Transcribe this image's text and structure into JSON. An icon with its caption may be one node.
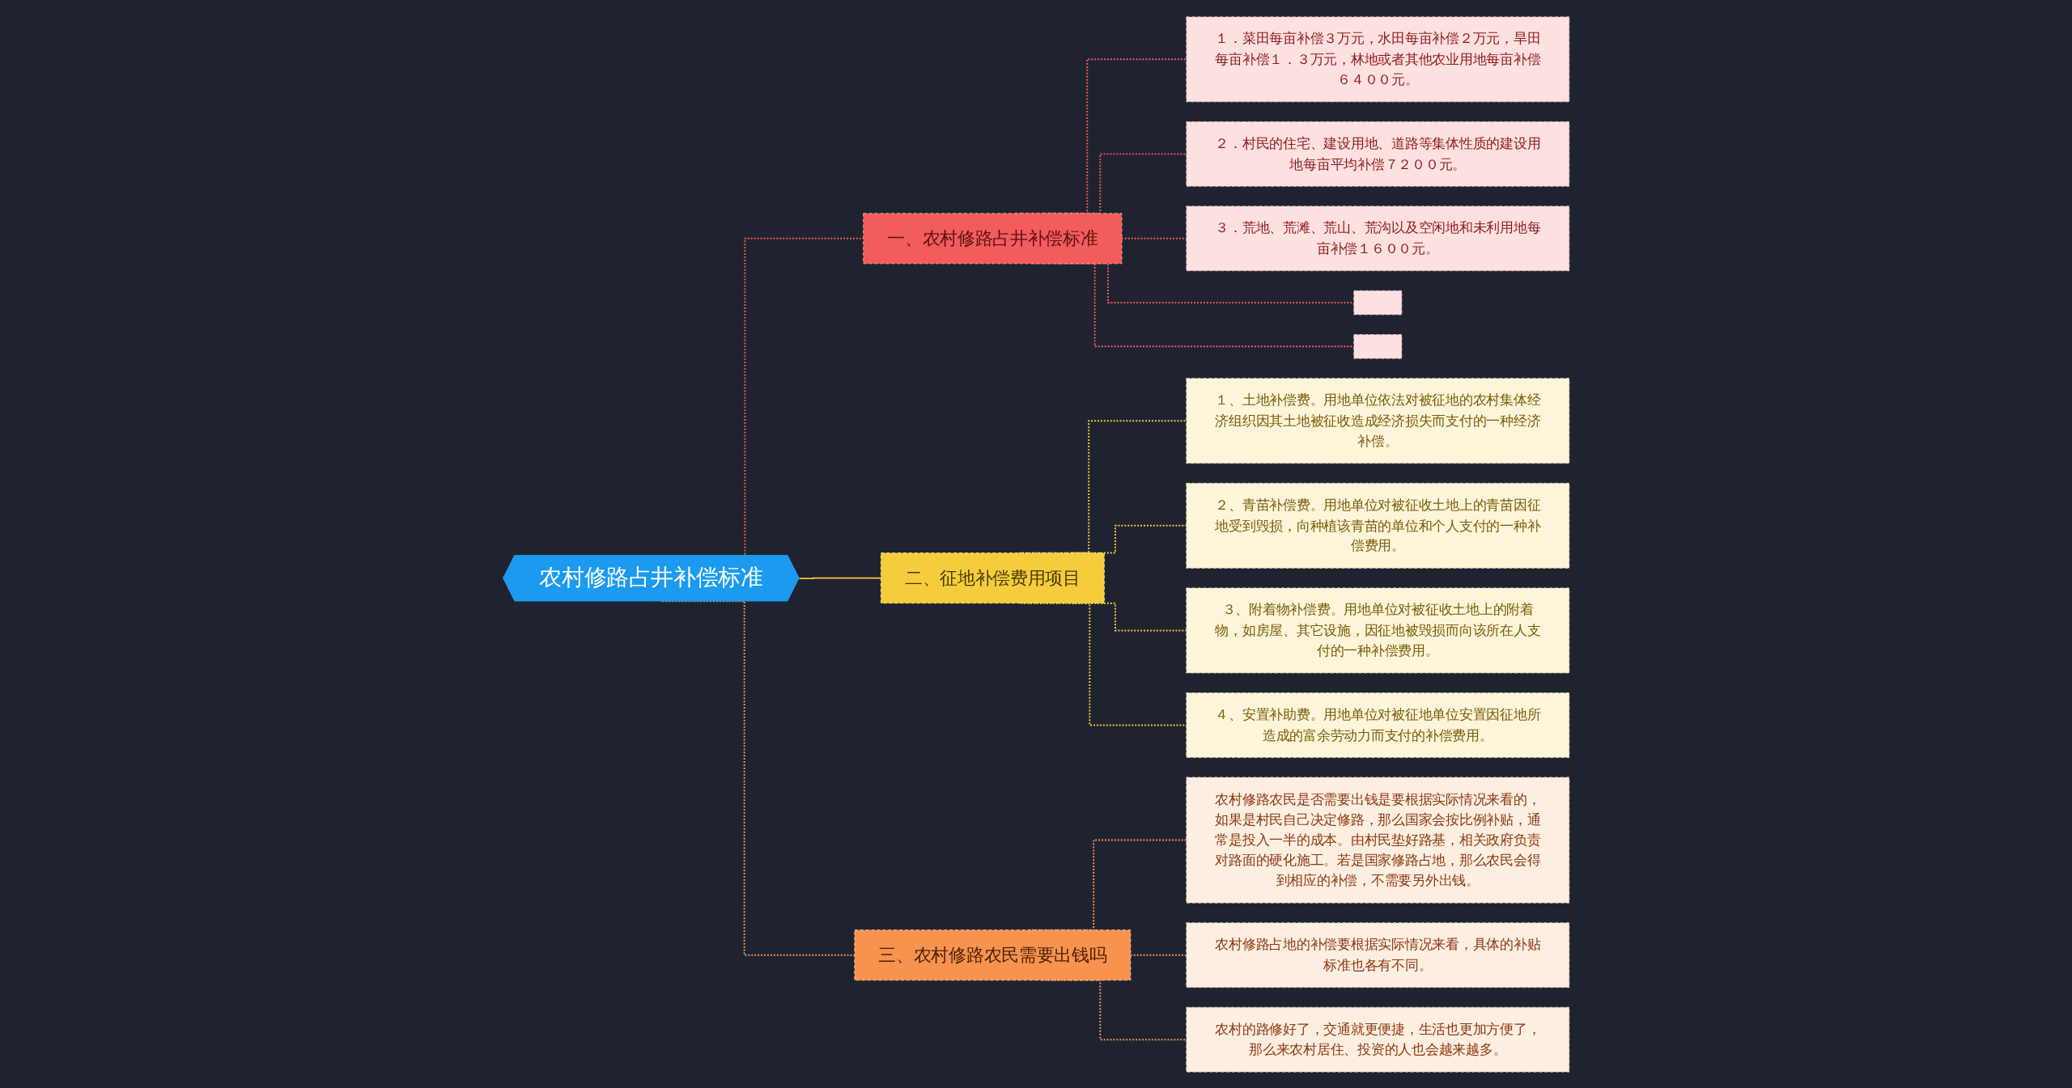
{
  "diagram": {
    "nodes": [
      {
        "text": [
          "农村修路占井补偿标准"
        ]
      },
      {
        "text": [
          "一、农村修路占井补偿标准"
        ]
      },
      {
        "text": [
          "１．菜田每亩补偿３万元，水田每亩补偿２万元，旱田每亩补偿１．３万元，林地或者其他农业用地每亩补偿６４００元。"
        ]
      },
      {
        "text": [
          "２．村民的住宅、建设用地、道路等集体性质的建设用地每亩平均补偿７２００元。"
        ]
      },
      {
        "text": [
          "３．荒地、荒滩、荒山、荒沟以及空闲地和未利用地每亩补偿１６００元。"
        ]
      },
      {
        "text": [],
        "shape": "box"
      },
      {
        "text": [],
        "shape": "box"
      },
      {
        "text": [
          "二、征地补偿费用项目"
        ]
      },
      {
        "text": [
          "１、土地补偿费。用地单位依法对被征地的农村集体经济组织因其土地被征收造成经济损失而支付的一种经济补偿。"
        ]
      },
      {
        "text": [
          "２、青苗补偿费。用地单位对被征收土地上的青苗因征地受到毁损，向种植该青苗的单位和个人支付的一种补偿费用。"
        ]
      },
      {
        "text": [
          "３、附着物补偿费。用地单位对被征收土地上的附着物，如房屋、其它设施，因征地被毁损而向该所在人支付的一种补偿费用。"
        ]
      },
      {
        "text": [
          "４、安置补助费。用地单位对被征地单位安置因征地所造成的富余劳动力而支付的补偿费用。"
        ]
      },
      {
        "text": [
          "三、农村修路农民需要出钱吗"
        ]
      },
      {
        "text": [
          "农村修路农民是否需要出钱是要根据实际情况来看的，如果是村民自己决定修路，那么国家会按比例补贴，通常是投入一半的成本。由村民垫好路基，相关政府负责对路面的硬化施工。若是国家修路占地，那么农民会得到相应的补偿，不需要另外出钱。"
        ]
      },
      {
        "text": [
          "农村修路占地的补偿要根据实际情况来看，具体的补贴标准也各有不同。"
        ]
      },
      {
        "text": [
          "农村的路修好了，交通就更便捷，生活也更加方便了，那么来农村居住、投资的人也会越来越多。"
        ]
      }
    ],
    "edges": [
      {
        "from": 0,
        "to": 1,
        "arrow": "none",
        "style": "dashed"
      },
      {
        "from": 1,
        "to": 2,
        "arrow": "none",
        "style": "dashed"
      },
      {
        "from": 1,
        "to": 3,
        "arrow": "none",
        "style": "dashed"
      },
      {
        "from": 1,
        "to": 4,
        "arrow": "none",
        "style": "dashed"
      },
      {
        "from": 1,
        "to": 5,
        "arrow": "none",
        "style": "dashed"
      },
      {
        "from": 1,
        "to": 6,
        "arrow": "none",
        "style": "dashed"
      },
      {
        "from": 0,
        "to": 7,
        "arrow": "none",
        "color": "#f5c842"
      },
      {
        "from": 7,
        "to": 8,
        "arrow": "none",
        "style": "dashed",
        "color": "#f5c842"
      },
      {
        "from": 7,
        "to": 9,
        "arrow": "none",
        "style": "dashed",
        "color": "#f5c842"
      },
      {
        "from": 7,
        "to": 10,
        "arrow": "none",
        "style": "dashed",
        "color": "#f5c842"
      },
      {
        "from": 7,
        "to": 11,
        "arrow": "none",
        "style": "dashed",
        "color": "#f5c842"
      },
      {
        "from": 0,
        "to": 12,
        "arrow": "none",
        "style": "dashed",
        "color": "#f7924f"
      },
      {
        "from": 12,
        "to": 13,
        "arrow": "none",
        "style": "dashed",
        "color": "#f7924f"
      },
      {
        "from": 12,
        "to": 14,
        "arrow": "none",
        "style": "dashed",
        "color": "#f7924f"
      },
      {
        "from": 12,
        "to": 15,
        "arrow": "none",
        "style": "dashed",
        "color": "#f7924f"
      }
    ]
  }
}
